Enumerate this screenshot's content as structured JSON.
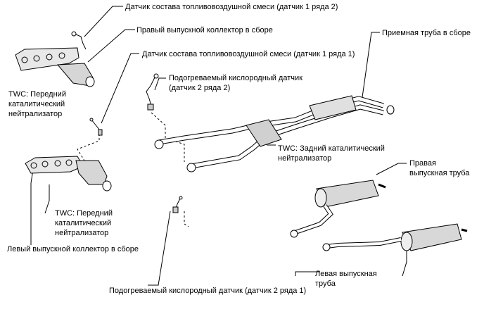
{
  "labels": {
    "af_sensor_b2s1": "Датчик состава топливовоздушной смеси (датчик 1 ряда 2)",
    "right_manifold": "Правый выпускной коллектор в сборе",
    "af_sensor_b1s1": "Датчик состава топливовоздушной смеси (датчик 1 ряда 1)",
    "front_pipe": "Приемная труба в сборе",
    "ho2_b2s2_line1": "Подогреваемый кислородный датчик",
    "ho2_b2s2_line2": "(датчик 2 ряда 2)",
    "twc_front_right_1": "TWC: Передний",
    "twc_front_right_2": "каталитический",
    "twc_front_right_3": "нейтрализатор",
    "twc_rear_1": "TWC: Задний каталитический",
    "twc_rear_2": "нейтрализатор",
    "right_tail_1": "Правая",
    "right_tail_2": "выпускная труба",
    "twc_front_left_1": "TWC: Передний",
    "twc_front_left_2": "каталитический",
    "twc_front_left_3": "нейтрализатор",
    "left_manifold": "Левый выпускной коллектор в сборе",
    "left_tail_1": "Левая выпускная",
    "left_tail_2": "труба",
    "ho2_b1s2": "Подогреваемый кислородный датчик (датчик 2 ряда 1)"
  }
}
